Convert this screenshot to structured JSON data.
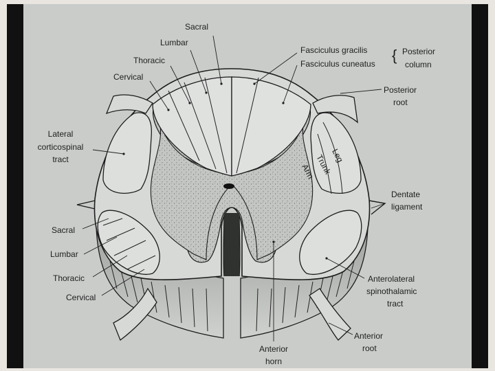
{
  "labels": {
    "sacral_top": "Sacral",
    "lumbar_top": "Lumbar",
    "thoracic_top": "Thoracic",
    "cervical_top": "Cervical",
    "fasciculus_gracilis": "Fasciculus gracilis",
    "fasciculus_cuneatus": "Fasciculus cuneatus",
    "posterior_column_1": "Posterior",
    "posterior_column_2": "column",
    "posterior_root_1": "Posterior",
    "posterior_root_2": "root",
    "lateral_cst_1": "Lateral",
    "lateral_cst_2": "corticospinal",
    "lateral_cst_3": "tract",
    "leg": "Leg",
    "trunk": "Trunk",
    "arm": "Arm",
    "dentate_1": "Dentate",
    "dentate_2": "ligament",
    "sacral_bottom": "Sacral",
    "lumbar_bottom": "Lumbar",
    "thoracic_bottom": "Thoracic",
    "cervical_bottom": "Cervical",
    "anterolateral_1": "Anterolateral",
    "anterolateral_2": "spinothalamic",
    "anterolateral_3": "tract",
    "anterior_horn_1": "Anterior",
    "anterior_horn_2": "horn",
    "anterior_root_1": "Anterior",
    "anterior_root_2": "root"
  },
  "colors": {
    "paper": "#c9ccc9",
    "frame": "#111111",
    "ink": "#1c1c1c",
    "white_matter": "#d6d9d6",
    "gray_matter": "#b9bcb9"
  }
}
